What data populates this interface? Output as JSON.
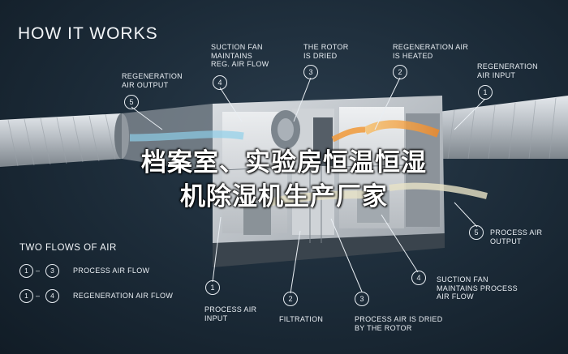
{
  "header": {
    "title": "HOW IT WORKS"
  },
  "overlay": {
    "line1": "档案室、实验房恒温恒湿",
    "line2": "机除湿机生产厂家"
  },
  "callouts_top": [
    {
      "num": "5",
      "text": "REGENERATION\nAIR OUTPUT"
    },
    {
      "num": "4",
      "text": "SUCTION FAN\nMAINTAINS\nREG. AIR FLOW"
    },
    {
      "num": "3",
      "text": "THE ROTOR\nIS DRIED"
    },
    {
      "num": "2",
      "text": "REGENERATION AIR\nIS HEATED"
    },
    {
      "num": "1",
      "text": "REGENERATION\nAIR INPUT"
    }
  ],
  "callouts_bottom": [
    {
      "num": "1",
      "text": "PROCESS AIR\nINPUT"
    },
    {
      "num": "2",
      "text": "FILTRATION"
    },
    {
      "num": "3",
      "text": "PROCESS AIR IS DRIED\nBY THE ROTOR"
    },
    {
      "num": "4",
      "text": "SUCTION FAN\nMAINTAINS PROCESS\nAIR FLOW"
    },
    {
      "num": "5",
      "text": "PROCESS AIR\nOUTPUT"
    }
  ],
  "legend": {
    "title": "TWO FLOWS OF AIR",
    "dash": "–",
    "rows": [
      {
        "from": "1",
        "to": "3",
        "label": "PROCESS AIR FLOW"
      },
      {
        "from": "1",
        "to": "4",
        "label": "REGENERATION AIR FLOW"
      }
    ]
  },
  "colors": {
    "background": "#1b2a37",
    "duct": "#c9ced3",
    "process_air": "#e8e3c7",
    "regen_air": "#f29a3a",
    "cool_air": "#8fd0ea"
  }
}
